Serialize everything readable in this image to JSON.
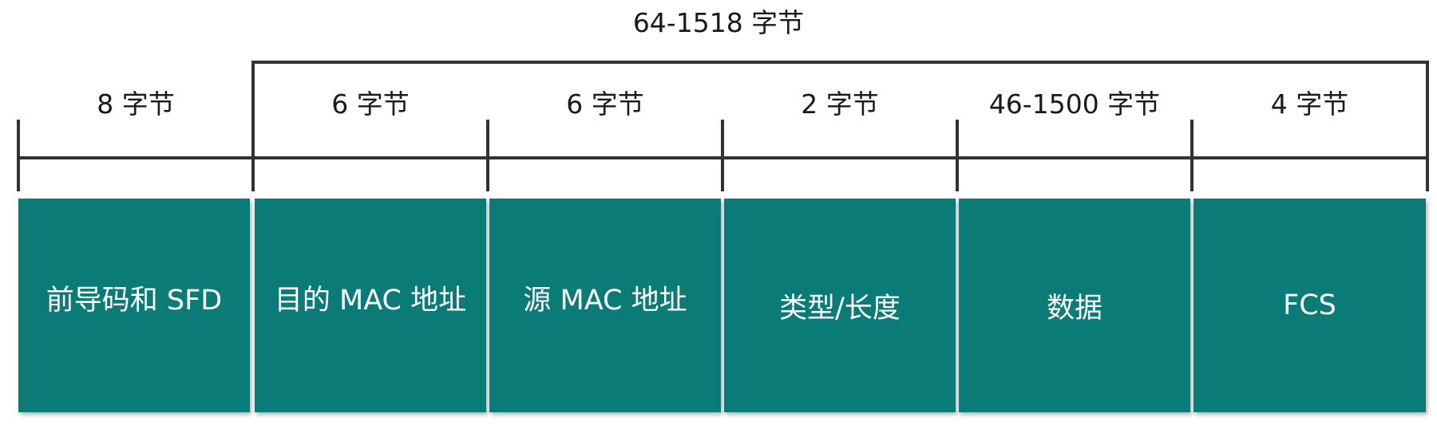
{
  "total": {
    "label": "64-1518 字节"
  },
  "fields": [
    {
      "size": "8 字节",
      "name": "前导码和 SFD"
    },
    {
      "size": "6 字节",
      "name": "目的 MAC 地址"
    },
    {
      "size": "6 字节",
      "name": "源 MAC 地址"
    },
    {
      "size": "2 字节",
      "name": "类型/长度"
    },
    {
      "size": "46-1500 字节",
      "name": "数据"
    },
    {
      "size": "4 字节",
      "name": "FCS"
    }
  ],
  "colors": {
    "box": "#0a7b77",
    "line": "#333333",
    "text": "#1a1a1a"
  }
}
